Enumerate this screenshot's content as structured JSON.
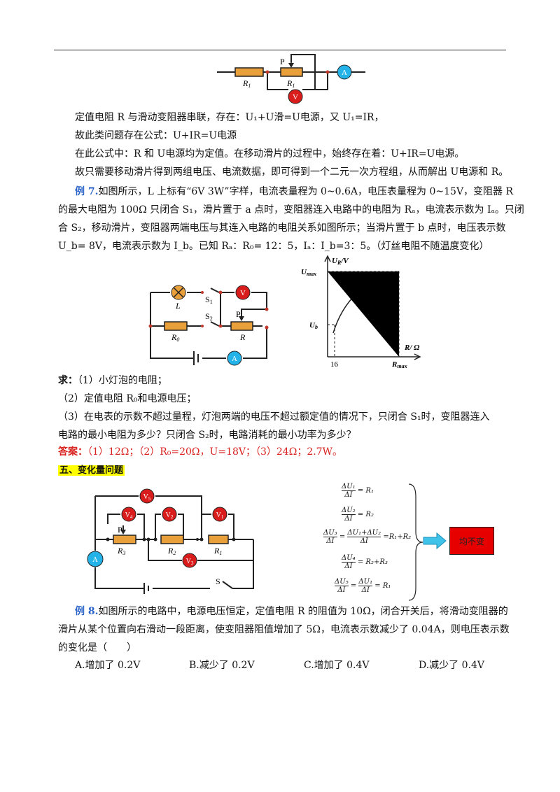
{
  "circuit1": {
    "p_label": "P",
    "r1_label": "R",
    "r1_sub": "1",
    "r2_label": "R",
    "r2_sub": "1",
    "ammeter": "A",
    "voltmeter": "V"
  },
  "para1": {
    "line1": "定值电阻 R 与滑动变阻器串联，存在：U₁+U滑=U电源，又 U₁=IR，",
    "line2": "故此类问题存在公式：U+IR=U电源",
    "line3": "在此公式中：R 和 U电源均为定值。在移动滑片的过程中，始终存在着：U+IR=U电源。",
    "line4": "故只需要移动滑片得到两组电压、电流数据，即可得到一个二元一次方程组，从而解出 U电源和 R。"
  },
  "example7": {
    "num": "例 7.",
    "line1": "如图所示，L 上标有“6V 3W”字样，电流表量程为 0~0.6A，电压表量程为 0~15V，变阻器 R",
    "line2": "的最大电阻为 100Ω 只闭合 S₁，滑片置于 a 点时，变阻器连入电路中的电阻为 Rₐ，电流表示数为 Iₐ。只闭",
    "line3": "合 S₂，移动滑片，变阻器两端电压与其连入电路的电阻关系如图所示；当滑片置于 b 点时，电压表示数",
    "line4": "U_b= 8V，电流表示数为 I_b。已知 Rₐ：R₀= 12：5，Iₐ：I_b=3：5。（灯丝电阻不随温度变化）"
  },
  "circuit2": {
    "lamp": "L",
    "s1": "S",
    "s1_sub": "1",
    "s2": "S",
    "s2_sub": "2",
    "r0": "R",
    "r0_sub": "0",
    "p": "P",
    "r": "R",
    "voltmeter": "V",
    "ammeter": "A"
  },
  "graph": {
    "y_label": "U",
    "y_label_sub": "R",
    "y_label_unit": "/V",
    "umax": "U",
    "umax_sub": "max",
    "ub": "U",
    "ub_sub": "b",
    "x_label": "R/ Ω",
    "x_tick": "16",
    "rmax": "R",
    "rmax_sub": "max"
  },
  "questions": {
    "head": "求：",
    "q1": "（1）小灯泡的电阻；",
    "q2": "（2）定值电阻 R₀和电源电压；",
    "q3a": "（3）在电表的示数不超过量程，灯泡两端的电压不超过额定值的情况下，只闭合 S₁时，变阻器连入",
    "q3b": "电路的最小电阻为多少？只闭合 S₂时，电路消耗的最小功率为多少？"
  },
  "answer": {
    "label": "答案：",
    "text": "（1）12Ω；（2）R₀=20Ω，U=18V；（3）24Ω；2.7W。"
  },
  "section5": "五、变化量问题",
  "circuit3": {
    "v1": "V",
    "v1_sub": "1",
    "v2": "V",
    "v2_sub": "2",
    "v3": "V",
    "v3_sub": "3",
    "v4": "V",
    "v4_sub": "4",
    "v5": "V",
    "v5_sub": "5",
    "p": "P",
    "r3": "R",
    "r3_sub": "3",
    "r2": "R",
    "r2_sub": "2",
    "r1": "R",
    "r1_sub": "1",
    "ammeter": "A",
    "switch": "S"
  },
  "formulas": [
    {
      "num": "ΔU₁",
      "den": "ΔI",
      "rhs": "= R₁"
    },
    {
      "num": "ΔU₂",
      "den": "ΔI",
      "rhs": "= R₂"
    },
    {
      "num": "ΔU₃",
      "den": "ΔI",
      "mid_num": "ΔU₁+ΔU₂",
      "mid_den": "ΔI",
      "rhs": "=R₁+R₂"
    },
    {
      "num": "ΔU₄",
      "den": "ΔI",
      "rhs": "= R₂+R₃"
    },
    {
      "num": "ΔU₅",
      "den": "ΔI",
      "mid_num": "ΔU₁",
      "mid_den": "ΔI",
      "rhs": "= R₁"
    }
  ],
  "invariant": "均不变",
  "example8": {
    "num": "例 8.",
    "line1": "如图所示的电路中，电源电压恒定，定值电阻 R 的阻值为 10Ω，闭合开关后，将滑动变阻器的",
    "line2": "滑片从某个位置向右滑动一段距离，使变阻器阻值增加了 5Ω，电流表示数减少了 0.04A，则电压表示数",
    "line3": "的变化是（　　）"
  },
  "options": [
    "A.增加了 0.2V",
    "B.减少了 0.2V",
    "C.增加了 0.4V",
    "D.减少了 0.4V"
  ],
  "colors": {
    "resistor": "#e9a03a",
    "meter": "#d91d1d",
    "ammeter": "#23b3e8",
    "example": "#2a64c9",
    "answer": "#d9231f",
    "highlight": "#ffff00",
    "box": "#e60000",
    "arrow": "#3fc3e8"
  }
}
